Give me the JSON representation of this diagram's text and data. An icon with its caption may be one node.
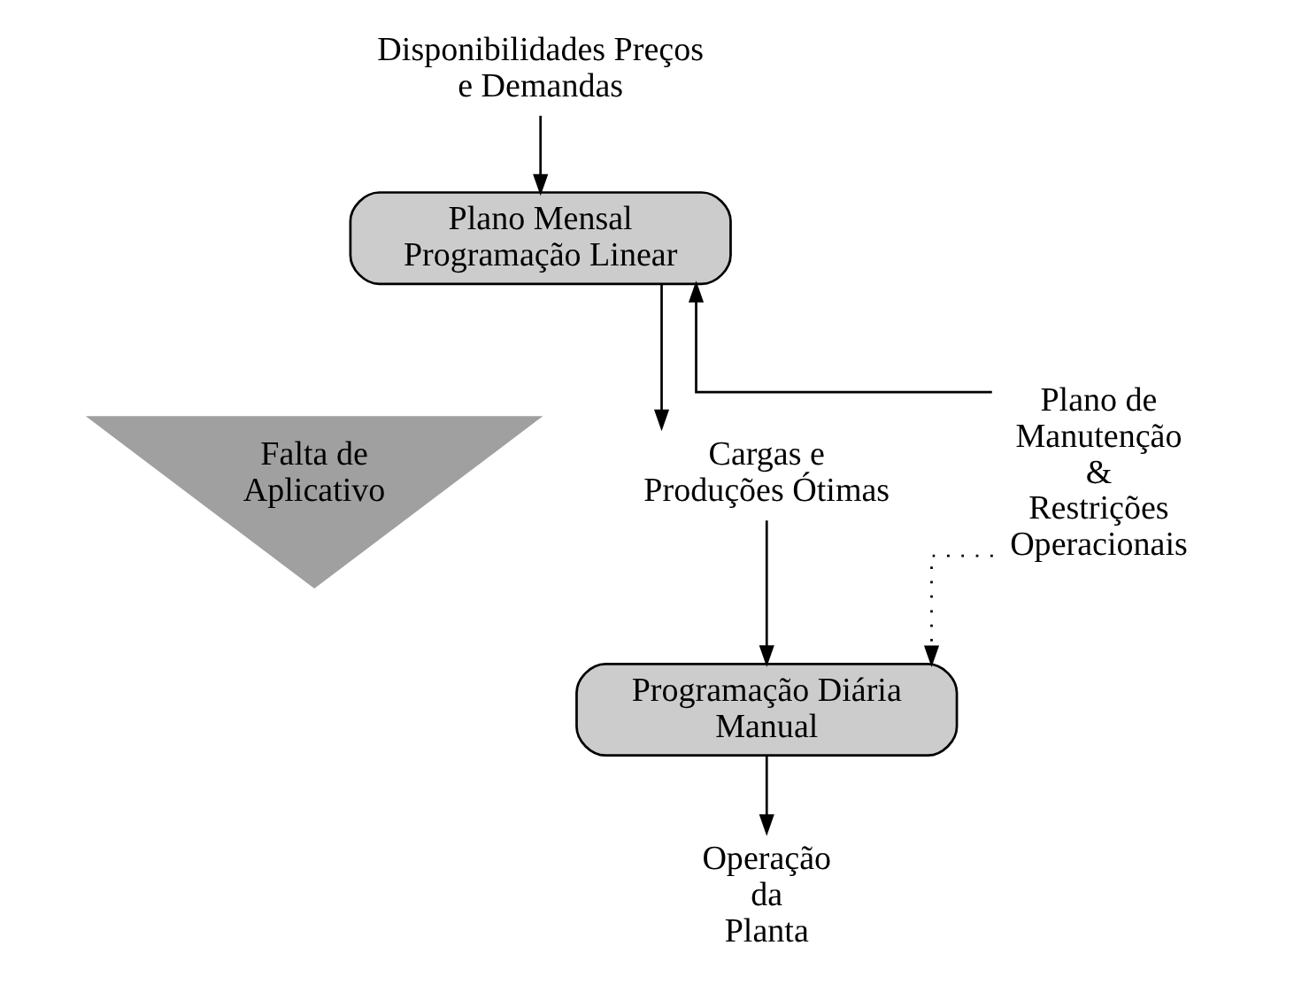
{
  "diagram": {
    "nodes": [
      {
        "text": [
          "Disponibilidades Preços e Demandas"
        ]
      },
      {
        "text": [
          "Plano Mensal Programação Linear"
        ]
      },
      {
        "text": [
          "Plano de Manutenção & Restrições Operacionais"
        ]
      },
      {
        "text": [
          "Falta de Aplicativo"
        ]
      },
      {
        "text": [
          "Cargas e Produções Ótimas"
        ]
      },
      {
        "text": [
          "Programação Diária Manual"
        ]
      },
      {
        "text": [
          "Operação da Planta"
        ]
      }
    ],
    "edges": [
      {
        "from": 0,
        "to": 1,
        "arrow": "to"
      },
      {
        "from": 2,
        "to": 1,
        "arrow": "to"
      },
      {
        "from": 1,
        "to": 4,
        "arrow": "to"
      },
      {
        "from": 2,
        "to": 5,
        "arrow": "to",
        "style": "dashed"
      },
      {
        "from": 4,
        "to": 5,
        "arrow": "to"
      },
      {
        "from": 5,
        "to": 6,
        "arrow": "to"
      }
    ]
  }
}
